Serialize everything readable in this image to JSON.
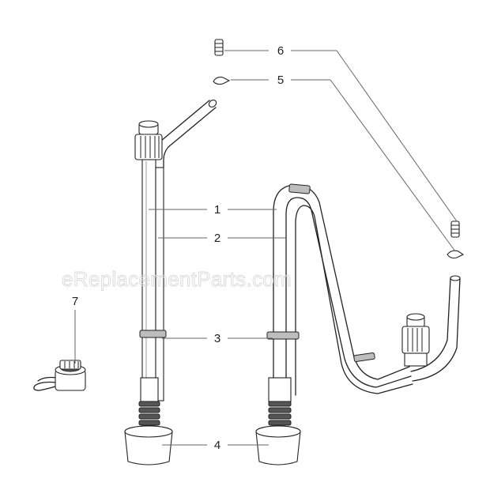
{
  "watermark": "eReplacementParts.com",
  "callouts": [
    {
      "id": "1",
      "label": "1"
    },
    {
      "id": "2",
      "label": "2"
    },
    {
      "id": "3",
      "label": "3"
    },
    {
      "id": "4",
      "label": "4"
    },
    {
      "id": "5",
      "label": "5"
    },
    {
      "id": "6",
      "label": "6"
    },
    {
      "id": "7",
      "label": "7"
    }
  ],
  "colors": {
    "line": "#222222",
    "leader": "#666666",
    "watermark": "#d9d9d9",
    "background": "#ffffff"
  }
}
